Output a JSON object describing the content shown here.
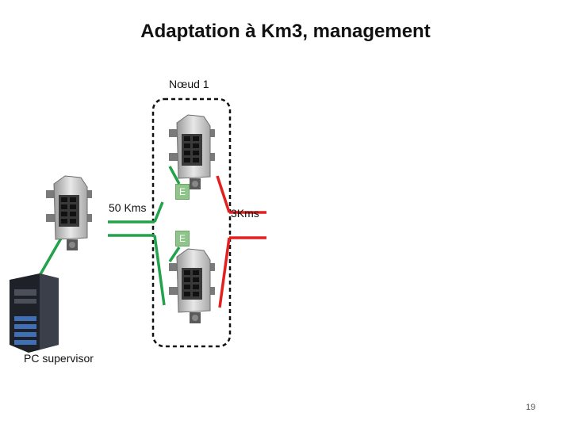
{
  "title": "Adaptation à Km3, management",
  "node_label": "Nœud 1",
  "distance_left": "50 Kms",
  "distance_right": "3Kms",
  "tag_top": "E",
  "tag_bottom": "E",
  "pc_label": "PC supervisor",
  "page_number": "19",
  "colors": {
    "link_green": "#22a24a",
    "link_red": "#e41f1f",
    "tag_fill": "#8fc48a",
    "node_border": "#111111"
  },
  "icons": [
    "ethernet-switch-icon",
    "ethernet-switch-icon",
    "ethernet-switch-icon",
    "server-tower-icon"
  ]
}
